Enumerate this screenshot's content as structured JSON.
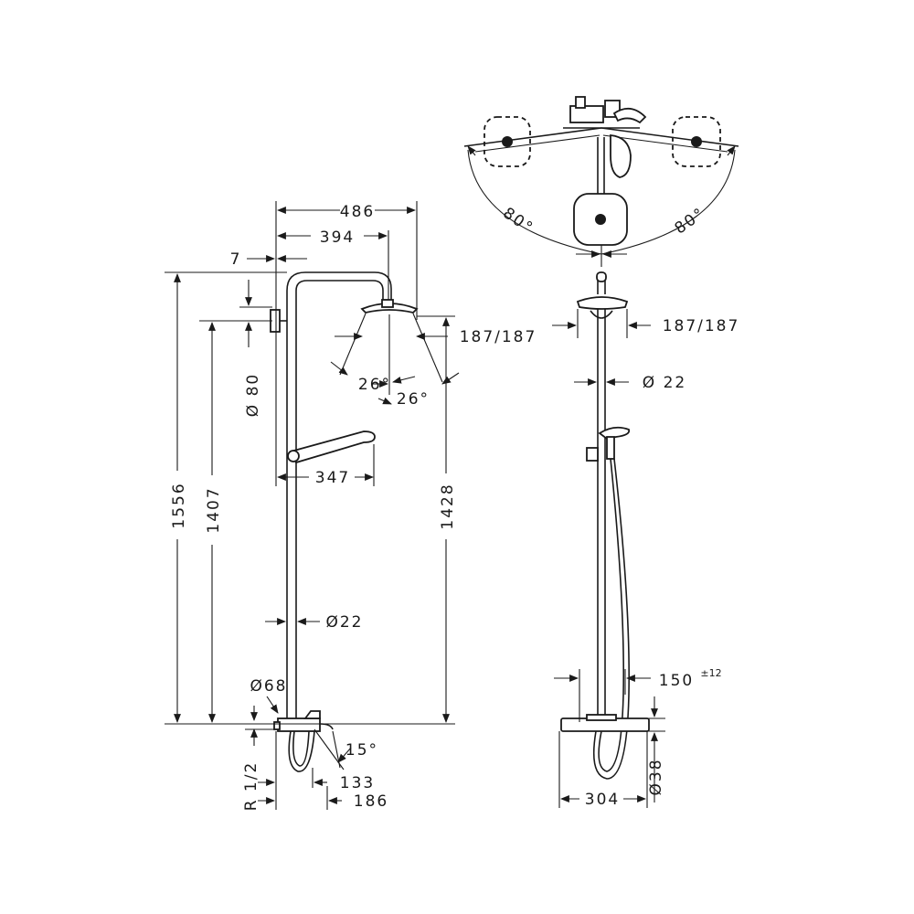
{
  "diagram": {
    "labels": {
      "w486": "486",
      "w394": "394",
      "w7": "7",
      "d80": "Ø 80",
      "h1556": "1556",
      "h1407": "1407",
      "h1428": "1428",
      "spray_left": "187/187",
      "spray_right": "187/187",
      "angle_a": "26°",
      "angle_b": "26°",
      "w347": "347",
      "d22_left": "Ø22",
      "d22_right": "Ø 22",
      "d68": "Ø68",
      "r12": "R 1/2",
      "a15": "15°",
      "w133": "133",
      "w186": "186",
      "w150": "150",
      "tol12": "±12",
      "d38": "Ø38",
      "w304": "304",
      "swivel_left": "80°",
      "swivel_right": "80°"
    }
  }
}
